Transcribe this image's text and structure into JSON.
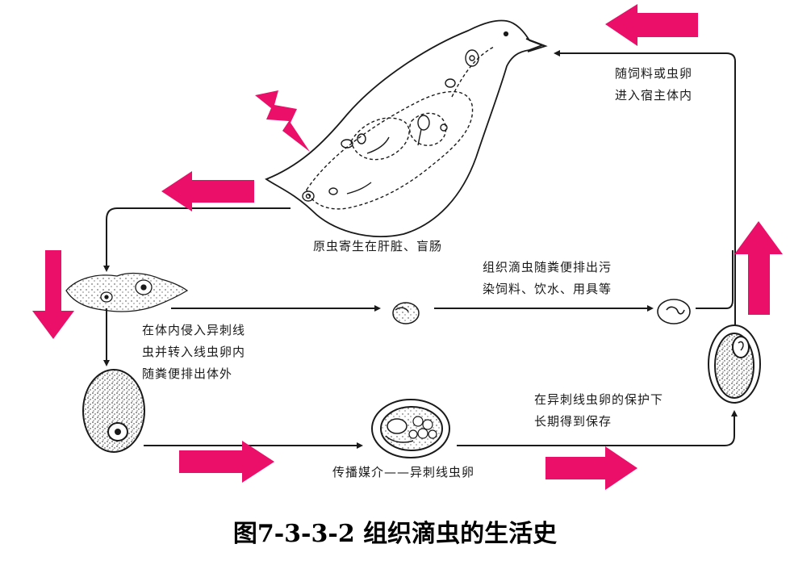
{
  "labels": {
    "enter_host": [
      "随饲料或虫卵",
      "进入宿主体内"
    ],
    "parasitic": "原虫寄生在肝脏、盲肠",
    "excreted": [
      "组织滴虫随粪便排出污",
      "染饲料、饮水、用具等"
    ],
    "invade": [
      "在体内侵入异刺线",
      "虫并转入线虫卵内",
      "随粪便排出体外"
    ],
    "protected": [
      "在异刺线虫卵的保护下",
      "长期得到保存"
    ],
    "vector": "传播媒介——异刺线虫卵"
  },
  "figure_title": "图7-3-3-2  组织滴虫的生活史",
  "colors": {
    "arrow_pink": "#ec0f6a",
    "ink": "#1a1a1a"
  }
}
